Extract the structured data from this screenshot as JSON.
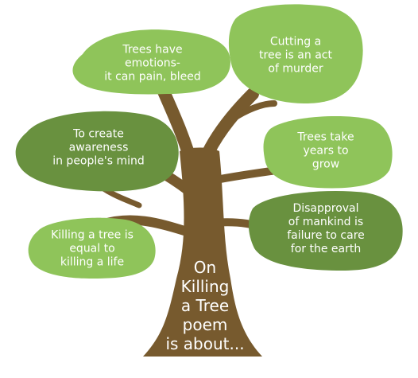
{
  "title_lines": [
    "On",
    "Killing",
    "a Tree",
    "poem",
    "is about..."
  ],
  "leaves": [
    {
      "id": "emotions",
      "lines": [
        "Trees have",
        "emotions-",
        "it can pain, bleed"
      ]
    },
    {
      "id": "murder",
      "lines": [
        "Cutting a",
        "tree is an act",
        "of murder"
      ]
    },
    {
      "id": "awareness",
      "lines": [
        "To create",
        "awareness",
        "in people's mind"
      ]
    },
    {
      "id": "years",
      "lines": [
        "Trees take",
        "years to",
        "grow"
      ]
    },
    {
      "id": "disapproval",
      "lines": [
        "Disapproval",
        "of mankind is",
        "failure to care",
        "for the earth"
      ]
    },
    {
      "id": "life",
      "lines": [
        "Killing a tree is",
        "equal to",
        "killing a life"
      ]
    }
  ],
  "colors": {
    "trunk": "#775a2e",
    "trunk_dark": "#5e4420",
    "leaf_light": "#8fc45a",
    "leaf_dark": "#69913f"
  }
}
